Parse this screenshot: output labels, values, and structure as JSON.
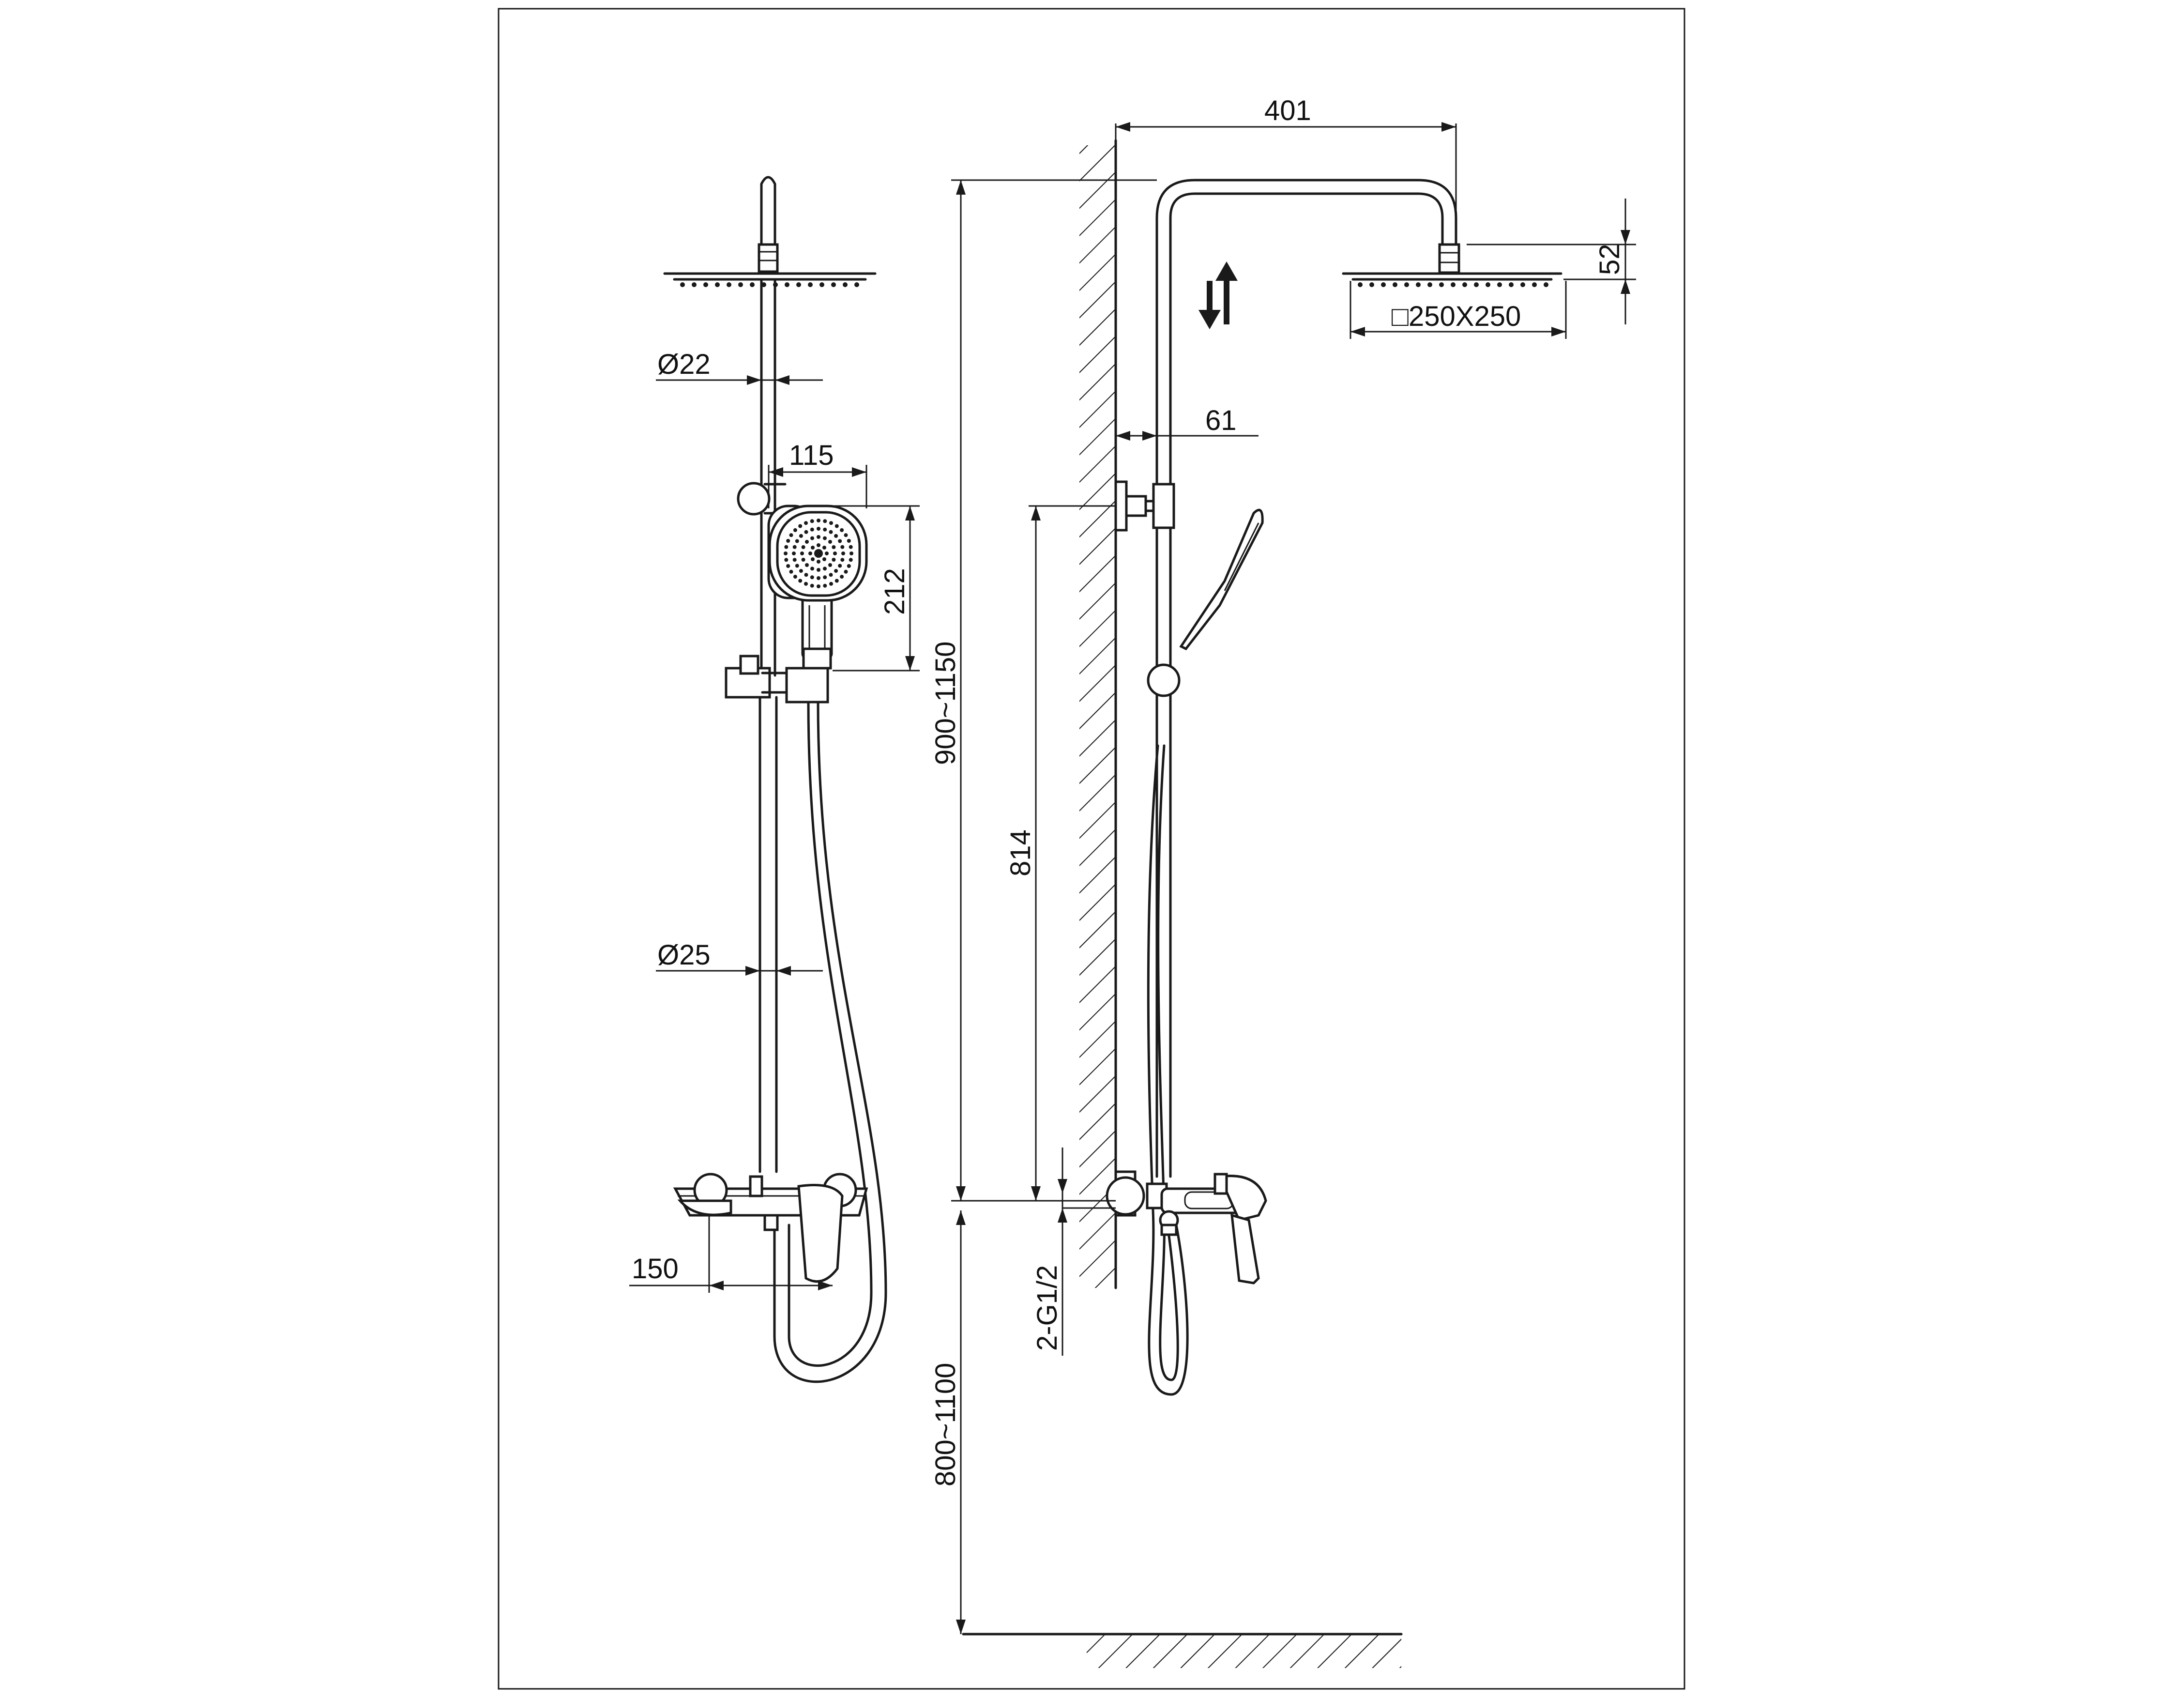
{
  "colors": {
    "line": "#1a1a1a",
    "background": "#ffffff"
  },
  "dimensions": {
    "arm_length": "401",
    "head_height": "52",
    "head_size": "□250X250",
    "upper_pipe_diameter": "Ø22",
    "wall_offset": "61",
    "hand_shower_width": "115",
    "hand_shower_height": "212",
    "rail_height": "900~1150",
    "bracket_to_valve": "814",
    "lower_pipe_diameter": "Ø25",
    "spout_length": "150",
    "inlet_thread": "2-G1/2",
    "valve_height": "800~1100"
  },
  "icons": {
    "adjust": "height-adjust-arrows-icon"
  }
}
